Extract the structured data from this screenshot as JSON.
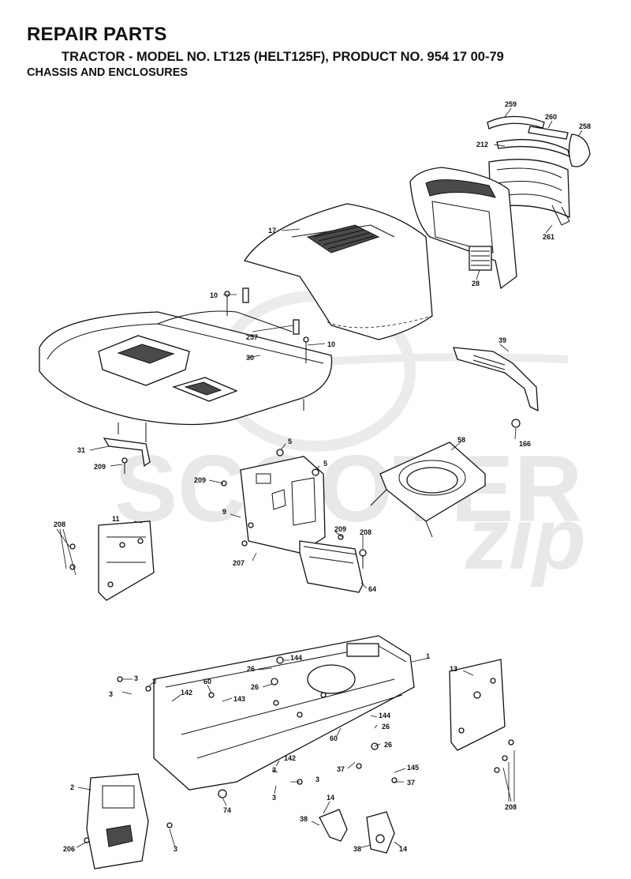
{
  "header": {
    "title": "REPAIR PARTS",
    "subtitle": "TRACTOR - MODEL NO. LT125 (HELT125F), PRODUCT NO. 954 17 00-79",
    "section": "CHASSIS AND ENCLOSURES"
  },
  "watermark": {
    "brand": "SCOOTER",
    "brand_suffix": "zip"
  },
  "callouts": {
    "c259": "259",
    "c260": "260",
    "c258": "258",
    "c212": "212",
    "c261": "261",
    "c17": "17",
    "c28": "28",
    "c10a": "10",
    "c10b": "10",
    "c257": "257",
    "c30": "30",
    "c39": "39",
    "c166": "166",
    "c31": "31",
    "c209a": "209",
    "c5a": "5",
    "c5b": "5",
    "c58": "58",
    "c209b": "209",
    "c9": "9",
    "c209c": "209",
    "c208a": "208",
    "c208b": "208",
    "c207": "207",
    "c64": "64",
    "c11": "11",
    "c1": "1",
    "c144a": "144",
    "c26a": "26",
    "c26b": "26",
    "c3a": "3",
    "c3b": "3",
    "c3c": "3",
    "c60a": "60",
    "c142a": "142",
    "c143": "143",
    "c13": "13",
    "c144b": "144",
    "c26c": "26",
    "c60b": "60",
    "c26d": "26",
    "c37a": "37",
    "c145": "145",
    "c37b": "37",
    "c142b": "142",
    "c3d": "3",
    "c3e": "3",
    "c3f": "3",
    "c2": "2",
    "c74": "74",
    "c14a": "14",
    "c38a": "38",
    "c38b": "38",
    "c14b": "14",
    "c206": "206",
    "c3g": "3",
    "c208c": "208"
  }
}
